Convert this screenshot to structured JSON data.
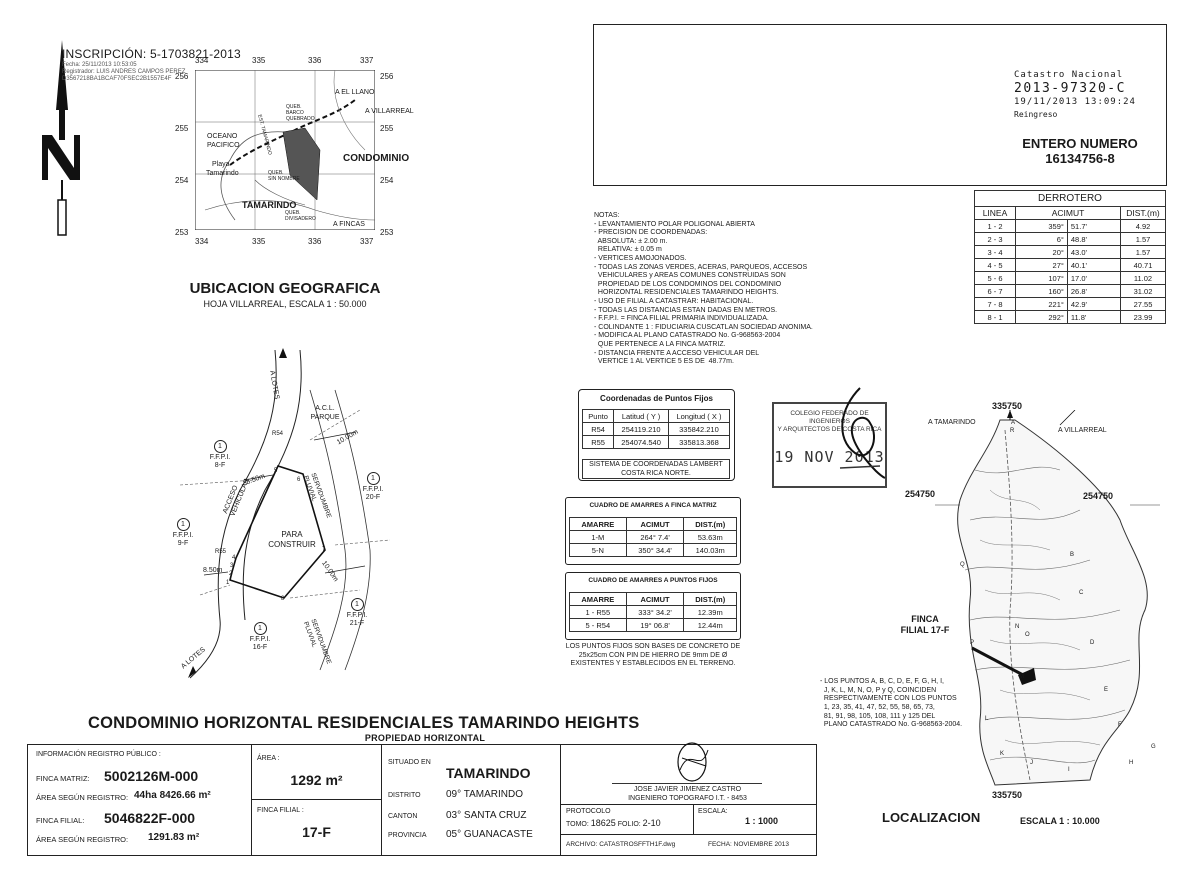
{
  "inscripcion": {
    "title": "INSCRIPCIÓN: 5-1703821-2013",
    "fecha": "Fecha: 25/11/2013 10:53:05",
    "registrador": "Registrador: LUIS ANDRES CAMPOS PEREZ",
    "hash": "D3567218BA1BCAF70FSEC2B1557E4F"
  },
  "catastro": {
    "label": "Catastro Nacional",
    "number": "2013-97320-C",
    "datetime": "19/11/2013 13:09:24",
    "status": "Reingreso",
    "entero_label": "ENTERO NUMERO",
    "entero_value": "16134756-8"
  },
  "location_map": {
    "top_ticks": [
      "334",
      "335",
      "336",
      "337"
    ],
    "bottom_ticks": [
      "334",
      "335",
      "336",
      "337"
    ],
    "left_ticks": [
      "256",
      "255",
      "254",
      "253"
    ],
    "right_ticks": [
      "256",
      "255",
      "254",
      "253"
    ],
    "labels": {
      "el_llano": "A EL LLANO",
      "villarreal": "A VILLARREAL",
      "oceano": "OCEANO",
      "pacifico": "PACIFICO",
      "playa": "Playa",
      "tamarindo_small": "Tamarindo",
      "condominio": "CONDOMINIO",
      "tamarindo": "TAMARINDO",
      "a_fincas": "A FINCAS",
      "ques_barco_1": "QUEB.",
      "ques_barco_2": "BARCO",
      "ques_barco_3": "QUEBRADO",
      "ques_sin_1": "QUEB.",
      "ques_sin_2": "SIN NOMBRE",
      "ques_div_1": "QUEB.",
      "ques_div_2": "DIVISADERO",
      "est_tamarindo": "EST. TAMARINDO"
    },
    "title": "UBICACION GEOGRAFICA",
    "subtitle": "HOJA VILLARREAL, ESCALA 1 : 50.000"
  },
  "notes": [
    "NOTAS:",
    "- LEVANTAMIENTO POLAR POLIGONAL ABIERTA",
    "- PRECISION DE COORDENADAS:",
    "  ABSOLUTA: ± 2.00 m.",
    "  RELATIVA: ± 0.05 m",
    "- VERTICES AMOJONADOS.",
    "- TODAS LAS ZONAS VERDES, ACERAS, PARQUEOS, ACCESOS",
    "  VEHICULARES y AREAS COMUNES CONSTRUIDAS SON",
    "  PROPIEDAD DE LOS CONDOMINOS DEL CONDOMINIO",
    "  HORIZONTAL RESIDENCIALES TAMARINDO HEIGHTS.",
    "- USO DE FILIAL A CATASTRAR: HABITACIONAL.",
    "- TODAS LAS DISTANCIAS ESTAN DADAS EN METROS.",
    "- F.F.P.I. = FINCA FILIAL PRIMARIA INDIVIDUALIZADA.",
    "- COLINDANTE 1 : FIDUCIARIA CUSCATLAN SOCIEDAD ANONIMA.",
    "- MODIFICA AL PLANO CATASTRADO No. G-968563-2004",
    "  QUE PERTENECE A LA FINCA MATRIZ.",
    "- DISTANCIA FRENTE A ACCESO VEHICULAR DEL",
    "  VERTICE 1 AL VERTICE 5 ES DE  48.77m."
  ],
  "derrotero": {
    "title": "DERROTERO",
    "headers": [
      "LINEA",
      "ACIMUT",
      "",
      "DIST.(m)"
    ],
    "rows": [
      [
        "1 - 2",
        "359°",
        "51.7'",
        "4.92"
      ],
      [
        "2 - 3",
        "6°",
        "48.8'",
        "1.57"
      ],
      [
        "3 - 4",
        "20°",
        "43.0'",
        "1.57"
      ],
      [
        "4 - 5",
        "27°",
        "40.1'",
        "40.71"
      ],
      [
        "5 - 6",
        "107°",
        "17.0'",
        "11.02"
      ],
      [
        "6 - 7",
        "160°",
        "26.8'",
        "31.02"
      ],
      [
        "7 - 8",
        "221°",
        "42.9'",
        "27.55"
      ],
      [
        "8 - 1",
        "292°",
        "11.8'",
        "23.99"
      ]
    ]
  },
  "coordenadas": {
    "title": "Coordenadas de Puntos Fijos",
    "headers": [
      "Punto",
      "Latitud ( Y )",
      "Longitud ( X )"
    ],
    "rows": [
      [
        "R54",
        "254119.210",
        "335842.210"
      ],
      [
        "R55",
        "254074.540",
        "335813.368"
      ]
    ],
    "system_1": "SISTEMA DE COORDENADAS LAMBERT",
    "system_2": "COSTA RICA NORTE."
  },
  "amarres_matriz": {
    "title": "CUADRO DE AMARRES A FINCA MATRIZ",
    "headers": [
      "AMARRE",
      "ACIMUT",
      "DIST.(m)"
    ],
    "rows": [
      [
        "1-M",
        "264° 7.4'",
        "53.63m"
      ],
      [
        "5-N",
        "350° 34.4'",
        "140.03m"
      ]
    ]
  },
  "amarres_fijos": {
    "title": "CUADRO DE AMARRES A PUNTOS FIJOS",
    "headers": [
      "AMARRE",
      "ACIMUT",
      "DIST.(m)"
    ],
    "rows": [
      [
        "1 - R55",
        "333° 34.2'",
        "12.39m"
      ],
      [
        "5 - R54",
        "19° 06.8'",
        "12.44m"
      ]
    ],
    "note": [
      "LOS PUNTOS FIJOS SON BASES  DE CONCRETO DE",
      "25x25cm CON PIN DE HIERRO DE 9mm DE Ø",
      "EXISTENTES Y ESTABLECIDOS EN EL TERRENO."
    ]
  },
  "stamp": {
    "line1": "COLEGIO FEDERADO DE INGENIEROS",
    "line2": "Y ARQUITECTOS DE COSTA RICA",
    "date": "19 NOV 2013"
  },
  "plot": {
    "a_lotes_top": "A LOTES",
    "a_lotes_bottom": "A LOTES",
    "acl_1": "A.C.L.",
    "acl_2": "PARQUE",
    "para_1": "PARA",
    "para_2": "CONSTRUIR",
    "acceso_1": "ACCESO",
    "acceso_2": "VEHICULAR",
    "serv_1": "SERVIDUMBRE",
    "serv_2": "PLUVIAL",
    "serv_3": "SERVIDUMBRE",
    "serv_4": "PLUVIAL",
    "dim_10a": "10.00m",
    "dim_10b": "10.00m",
    "dim_850a": "8.50m",
    "dim_850b": "8.50m",
    "r54": "R54",
    "r55": "R55",
    "vertices": [
      "1",
      "2",
      "3",
      "4",
      "5",
      "6",
      "7",
      "8"
    ],
    "neighbors": [
      {
        "n": "1",
        "l1": "F.F.P.I.",
        "l2": "8-F"
      },
      {
        "n": "1",
        "l1": "F.F.P.I.",
        "l2": "20-F"
      },
      {
        "n": "1",
        "l1": "F.F.P.I.",
        "l2": "9-F"
      },
      {
        "n": "1",
        "l1": "F.F.P.I.",
        "l2": "21-F"
      },
      {
        "n": "1",
        "l1": "F.F.P.I.",
        "l2": "16-F"
      }
    ]
  },
  "localizacion": {
    "top_coord": "335750",
    "bottom_coord": "335750",
    "left_coord": "254750",
    "right_coord": "254750",
    "a_tamarindo": "A TAMARINDO",
    "a_villarreal": "A VILLARREAL",
    "finca_1": "FINCA",
    "finca_2": "FILIAL 17-F",
    "points": [
      "R",
      "Q",
      "B",
      "C",
      "N",
      "O",
      "D",
      "M",
      "E",
      "L",
      "K",
      "F",
      "G",
      "H",
      "I",
      "J",
      "A",
      "P"
    ],
    "note": [
      "- LOS PUNTOS A, B, C, D, E, F, G, H, I,",
      "  J, K, L, M, N, O, P y Q, COINCIDEN",
      "  RESPECTIVAMENTE CON LOS PUNTOS",
      "  1, 23, 35, 41, 47, 52, 55, 58, 65, 73,",
      "  81, 91, 98, 105, 108, 111 y 125 DEL",
      "  PLANO CATASTRADO No. G-968563-2004."
    ],
    "title": "LOCALIZACION",
    "scale": "ESCALA  1 : 10.000"
  },
  "project": {
    "title": "CONDOMINIO HORIZONTAL RESIDENCIALES TAMARINDO HEIGHTS",
    "subtitle": "PROPIEDAD HORIZONTAL"
  },
  "title_block": {
    "info_label": "INFORMACIÓN REGISTRO PÚBLICO :",
    "finca_matriz_label": "FINCA MATRIZ:",
    "finca_matriz_value": "5002126M-000",
    "area_reg_label_1": "ÁREA SEGÚN REGISTRO:",
    "area_reg_value_1": "44ha 8426.66 m²",
    "finca_filial_label": "FINCA FILIAL:",
    "finca_filial_value": "5046822F-000",
    "area_reg_label_2": "ÁREA SEGÚN REGISTRO:",
    "area_reg_value_2": "1291.83 m²",
    "area_label": "ÁREA :",
    "area_value": "1292 m²",
    "filial_label": "FINCA FILIAL :",
    "filial_value": "17-F",
    "situado_label": "SITUADO EN",
    "situado_value": "TAMARINDO",
    "distrito_label": "DISTRITO",
    "distrito_value": "09° TAMARINDO",
    "canton_label": "CANTON",
    "canton_value": "03° SANTA CRUZ",
    "provincia_label": "PROVINCIA",
    "provincia_value": "05° GUANACASTE",
    "engineer_name": "JOSE JAVIER JIMENEZ CASTRO",
    "engineer_title": "INGENIERO TOPOGRAFO I.T. - 8453",
    "protocolo_label": "PROTOCOLO",
    "tomo_label": "TOMO:",
    "tomo_value": "18625",
    "folio_label": "FOLIO:",
    "folio_value": "2-10",
    "escala_label": "ESCALA:",
    "escala_value": "1 : 1000",
    "archivo_label": "ARCHIVO:",
    "archivo_value": "CATASTROSFFTH1F.dwg",
    "fecha_label": "FECHA:",
    "fecha_value": "NOVIEMBRE 2013"
  }
}
